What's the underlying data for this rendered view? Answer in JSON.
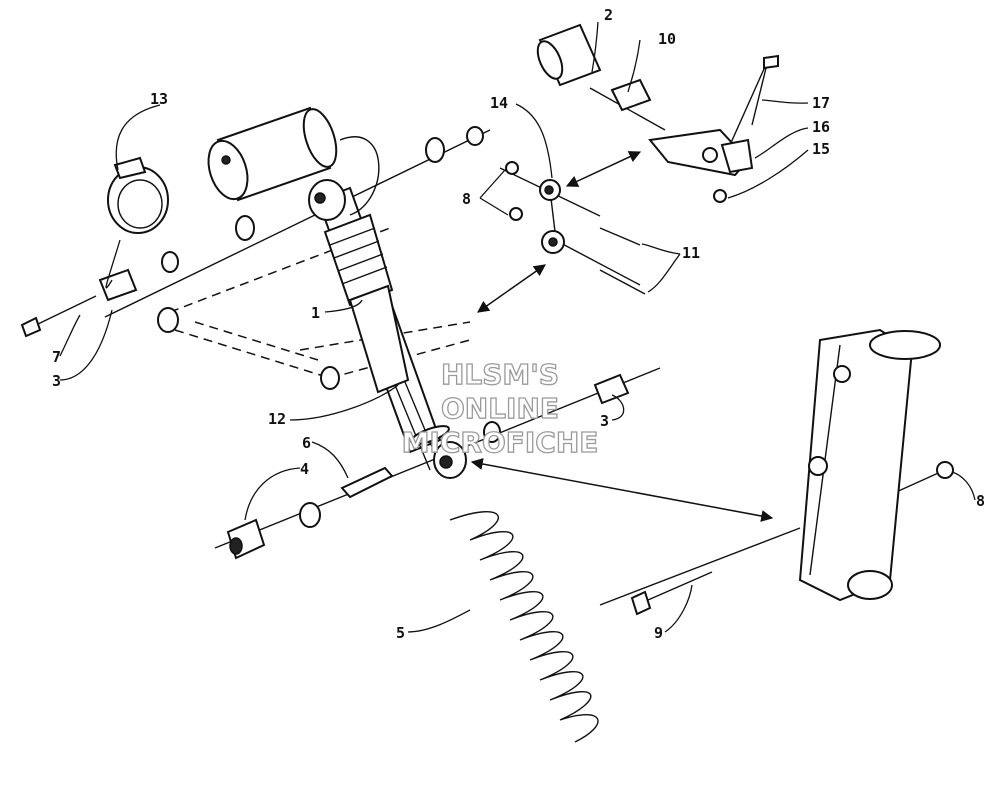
{
  "watermark": {
    "line1": "HLSM'S",
    "line2": "ONLINE",
    "line3": "MICROFICHE"
  },
  "callouts": [
    {
      "id": "1",
      "text": "1"
    },
    {
      "id": "2",
      "text": "2"
    },
    {
      "id": "3a",
      "text": "3"
    },
    {
      "id": "3b",
      "text": "3"
    },
    {
      "id": "4",
      "text": "4"
    },
    {
      "id": "5",
      "text": "5"
    },
    {
      "id": "6",
      "text": "6"
    },
    {
      "id": "7",
      "text": "7"
    },
    {
      "id": "8a",
      "text": "8"
    },
    {
      "id": "8b",
      "text": "8"
    },
    {
      "id": "9",
      "text": "9"
    },
    {
      "id": "10",
      "text": "10"
    },
    {
      "id": "11",
      "text": "11"
    },
    {
      "id": "12",
      "text": "12"
    },
    {
      "id": "13",
      "text": "13"
    },
    {
      "id": "14",
      "text": "14"
    },
    {
      "id": "15",
      "text": "15"
    },
    {
      "id": "16",
      "text": "16"
    },
    {
      "id": "17",
      "text": "17"
    }
  ],
  "colors": {
    "ink": "#111111",
    "background": "#ffffff",
    "watermark_outline": "#9a9a9a"
  }
}
